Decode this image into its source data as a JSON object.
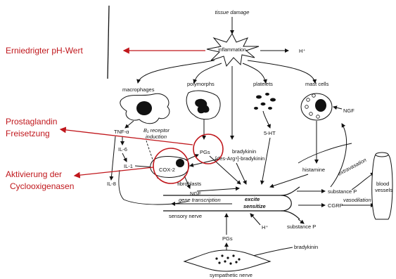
{
  "annotations": {
    "ph": "Erniedrigter pH-Wert",
    "pg_line1": "Prostaglandin",
    "pg_line2": "Freisetzung",
    "cox_line1": "Aktivierung der",
    "cox_line2": "Cyclooxigenasen",
    "color": "#c0171c"
  },
  "diagram": {
    "tissue_damage": "tissue damage",
    "inflammation": "inflammation",
    "h_plus": "H⁺",
    "macrophages": "macrophages",
    "polymorphs": "polymorphs",
    "platelets": "platelets",
    "mast_cells": "mast cells",
    "ngf": "NGF",
    "tnf": "TNF-α",
    "b1_line1": "B₁ receptor",
    "b1_line2": "induction",
    "pgs": "PGs",
    "ht5": "5-HT",
    "il6": "IL-6",
    "il1": "IL-1",
    "il8": "IL-8",
    "cox2": "COX-2",
    "bradykinin": "bradykinin",
    "des_arg": "[des-Arg⁹]-bradykinin",
    "histamine": "histamine",
    "fibroblasts": "fibroblasts",
    "ngf2": "NGF",
    "extravasation": "extravasation",
    "blood_line1": "blood",
    "blood_line2": "vessels",
    "gene_transcription": "gene transcription",
    "excite": "excite",
    "sensitize": "sensitize",
    "substance_p": "substance P",
    "cgrp": "CGRP",
    "vasodilation": "vasodilation",
    "sensory_nerve": "sensory nerve",
    "h_plus2": "H⁺",
    "substance_p2": "substance P",
    "pgs2": "PGs",
    "bradykinin2": "bradykinin",
    "sympathetic_nerve": "sympathetic nerve"
  }
}
